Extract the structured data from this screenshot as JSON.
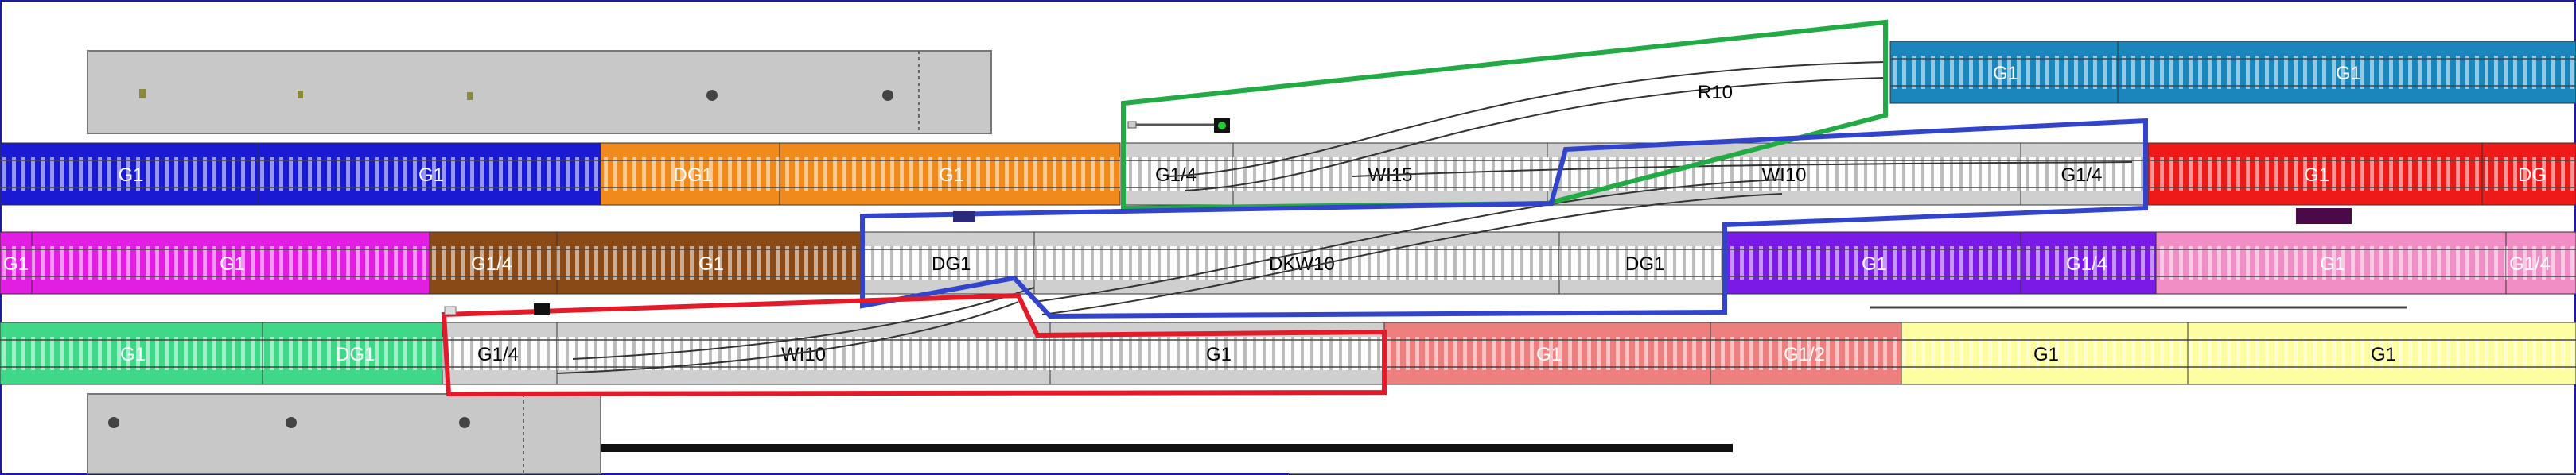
{
  "colors": {
    "blue": "#1a1ad2",
    "orange": "#f08a1c",
    "magenta": "#e21ee2",
    "brown": "#8a4a18",
    "green_track": "#3ed888",
    "light_red": "#ee7f7f",
    "yellow": "#fdfda2",
    "teal": "#1a86bc",
    "red": "#ee1a1a",
    "purple": "#7a1ae6",
    "pink": "#f28ec6",
    "grey": "#cfcfcf",
    "highlight_green": "#22aa44",
    "highlight_blue": "#3344cc",
    "highlight_red": "#e21a2a",
    "platform": "#c8c8c8"
  },
  "tracks": {
    "row1": [
      {
        "label": "G1",
        "color": "teal"
      },
      {
        "label": "G1",
        "color": "teal"
      }
    ],
    "row2": [
      {
        "label": "G1",
        "color": "blue"
      },
      {
        "label": "G1",
        "color": "blue"
      },
      {
        "label": "DG1",
        "color": "orange"
      },
      {
        "label": "G1",
        "color": "orange"
      },
      {
        "label": "G1/4",
        "color": "grey"
      },
      {
        "label": "WI15",
        "color": "grey"
      },
      {
        "label": "WI10",
        "color": "grey"
      },
      {
        "label": "G1/4",
        "color": "grey"
      },
      {
        "label": "G1",
        "color": "red"
      },
      {
        "label": "DG",
        "color": "red"
      }
    ],
    "row3": [
      {
        "label": "G1",
        "color": "magenta"
      },
      {
        "label": "G1",
        "color": "magenta"
      },
      {
        "label": "G1/4",
        "color": "brown"
      },
      {
        "label": "G1",
        "color": "brown"
      },
      {
        "label": "DG1",
        "color": "grey"
      },
      {
        "label": "DKW10",
        "color": "grey"
      },
      {
        "label": "DG1",
        "color": "grey"
      },
      {
        "label": "G1",
        "color": "purple"
      },
      {
        "label": "G1/4",
        "color": "purple"
      },
      {
        "label": "G1",
        "color": "pink"
      },
      {
        "label": "G1/4",
        "color": "pink"
      }
    ],
    "row4": [
      {
        "label": "G1",
        "color": "green_track"
      },
      {
        "label": "DG1",
        "color": "green_track"
      },
      {
        "label": "G1/4",
        "color": "grey"
      },
      {
        "label": "WI10",
        "color": "grey"
      },
      {
        "label": "G1",
        "color": "grey"
      },
      {
        "label": "G1",
        "color": "light_red"
      },
      {
        "label": "G1/2",
        "color": "light_red"
      },
      {
        "label": "G1",
        "color": "yellow"
      },
      {
        "label": "G1",
        "color": "yellow"
      }
    ],
    "curve_label": "R10"
  }
}
